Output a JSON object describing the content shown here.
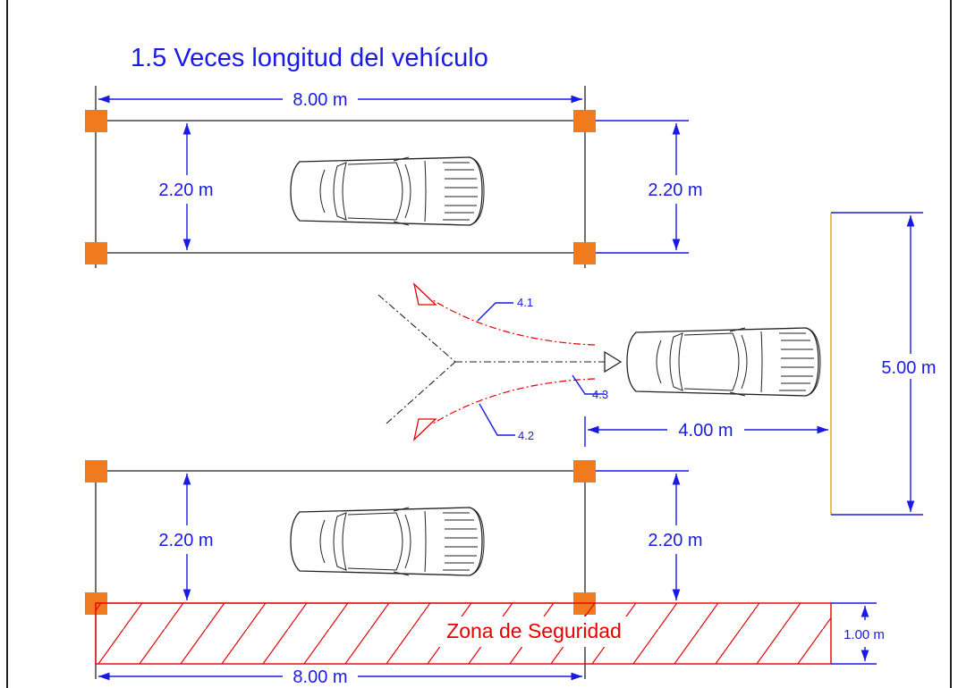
{
  "title": "1.5 Veces longitud del vehículo",
  "dimensions": {
    "top_length": "8.00 m",
    "top_width_left": "2.20 m",
    "top_width_right": "2.20 m",
    "bottom_width_left": "2.20 m",
    "bottom_width_right": "2.20 m",
    "bottom_length": "8.00 m",
    "approach_distance": "4.00 m",
    "end_width": "5.00 m",
    "zone_depth": "1.00 m"
  },
  "paths": {
    "path_1": "4.1",
    "path_2": "4.2",
    "path_3": "4.3"
  },
  "safety_zone": "Zona de Seguridad",
  "colors": {
    "dimension": "#1a1ae6",
    "column": "#f07a1e",
    "safety_zone": "#e60000",
    "boundary": "#e6b84a"
  }
}
